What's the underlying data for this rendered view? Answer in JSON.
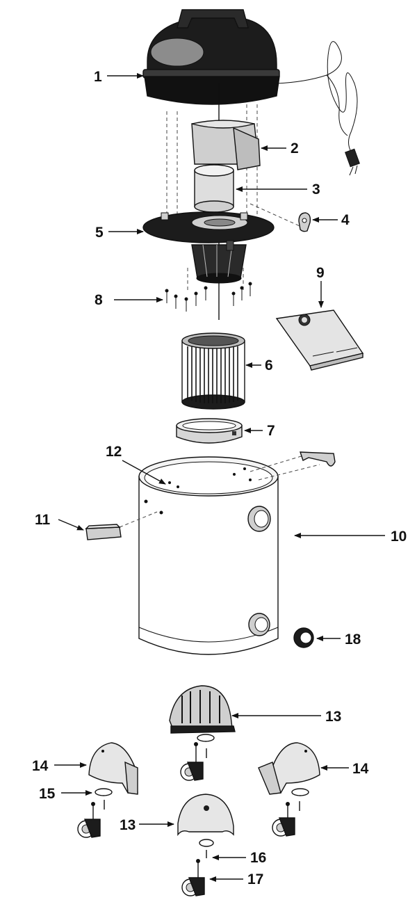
{
  "diagram": {
    "callouts": [
      {
        "id": "c1",
        "label": "1"
      },
      {
        "id": "c2",
        "label": "2"
      },
      {
        "id": "c3",
        "label": "3"
      },
      {
        "id": "c4",
        "label": "4"
      },
      {
        "id": "c5",
        "label": "5"
      },
      {
        "id": "c6",
        "label": "6"
      },
      {
        "id": "c7",
        "label": "7"
      },
      {
        "id": "c8",
        "label": "8"
      },
      {
        "id": "c9",
        "label": "9"
      },
      {
        "id": "c10",
        "label": "10"
      },
      {
        "id": "c11",
        "label": "11"
      },
      {
        "id": "c12",
        "label": "12"
      },
      {
        "id": "c13a",
        "label": "13"
      },
      {
        "id": "c13b",
        "label": "13"
      },
      {
        "id": "c14a",
        "label": "14"
      },
      {
        "id": "c14b",
        "label": "14"
      },
      {
        "id": "c15",
        "label": "15"
      },
      {
        "id": "c16",
        "label": "16"
      },
      {
        "id": "c17",
        "label": "17"
      },
      {
        "id": "c18",
        "label": "18"
      }
    ],
    "colors": {
      "ink": "#111111",
      "motor_head": "#1c1c1c",
      "part_gray": "#cfcfcf",
      "light_gray": "#e6e6e6"
    }
  }
}
